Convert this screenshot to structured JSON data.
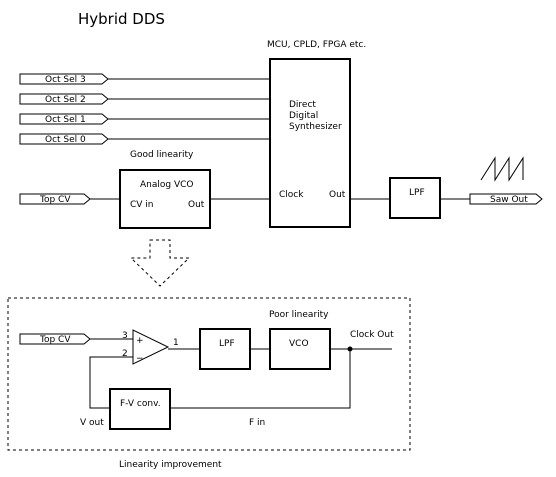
{
  "title": "Hybrid DDS",
  "dds": {
    "header": "MCU, CPLD, FPGA etc.",
    "line1": "Direct",
    "line2": "Digital",
    "line3": "Synthesizer",
    "clock_label": "Clock",
    "out_label": "Out"
  },
  "oct_sel": [
    "Oct Sel 3",
    "Oct Sel 2",
    "Oct Sel 1",
    "Oct Sel 0"
  ],
  "top_cv": "Top CV",
  "good_linearity": "Good linearity",
  "vco": {
    "title": "Analog VCO",
    "cv_in": "CV in",
    "out": "Out"
  },
  "lpf": "LPF",
  "saw_out": "Saw Out",
  "improvement": {
    "top_cv": "Top CV",
    "pin3": "3",
    "pin2": "2",
    "pin1": "1",
    "plus": "+",
    "minus": "−",
    "lpf": "LPF",
    "vco": "VCO",
    "poor_linearity": "Poor linearity",
    "clock_out": "Clock Out",
    "fv": "F-V conv.",
    "v_out": "V out",
    "f_in": "F in",
    "caption": "Linearity improvement"
  }
}
